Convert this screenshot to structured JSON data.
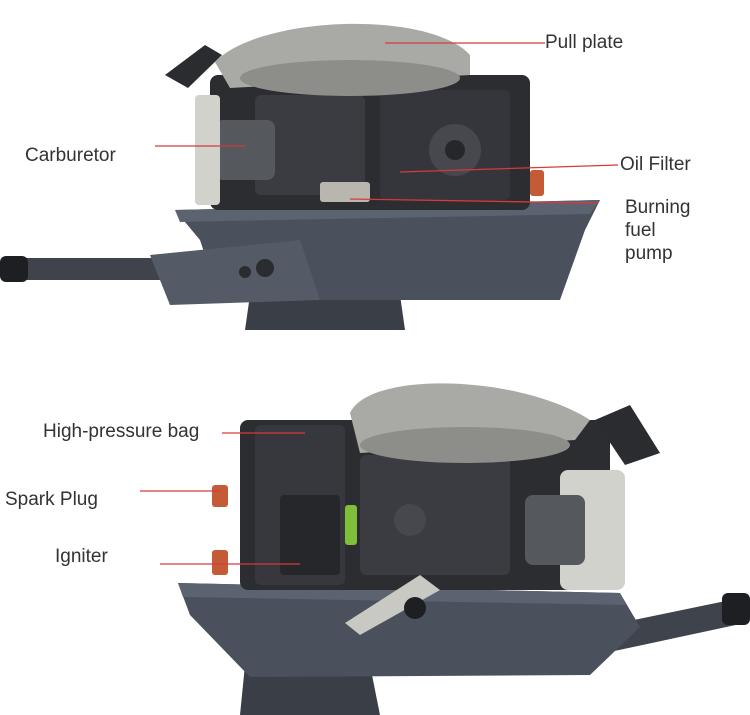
{
  "labels": {
    "top": {
      "pull_plate": "Pull plate",
      "carburetor": "Carburetor",
      "oil_filter": "Oil Filter",
      "burning_fuel_pump_line1": "Burning",
      "burning_fuel_pump_line2": "fuel",
      "burning_fuel_pump_line3": "pump"
    },
    "bottom": {
      "high_pressure_bag": "High-pressure bag",
      "spark_plug": "Spark Plug",
      "igniter": "Igniter"
    }
  },
  "colors": {
    "leader_line": "#d63a3a",
    "hull": "#4a505c",
    "engine_dark": "#2b2d31",
    "cover_gray": "#a9aaa5",
    "text": "#333333"
  }
}
